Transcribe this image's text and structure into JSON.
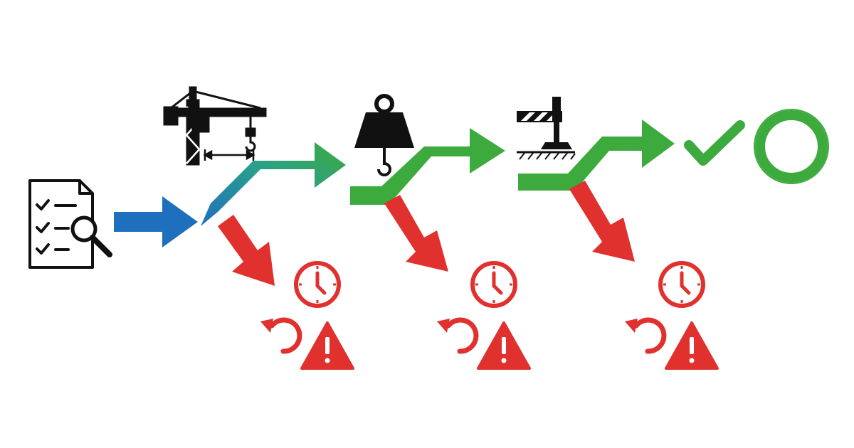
{
  "diagram": {
    "description_free": true,
    "colors": {
      "start_arrow": "#1f6fbf",
      "pass_arrow": "#3daa3d",
      "fail_arrow": "#e0312f",
      "fail_icons": "#e0312f",
      "icon_ink": "#111111",
      "final_ring": "#3daa3d",
      "final_check": "#3daa3d"
    },
    "steps": [
      {
        "name": "document-review",
        "icon": "checklist-magnifier-icon"
      },
      {
        "name": "crane-reach-check",
        "icon": "tower-crane-icon"
      },
      {
        "name": "load-weight-check",
        "icon": "weight-hook-icon"
      },
      {
        "name": "ground-barrier-check",
        "icon": "barrier-ground-icon"
      }
    ],
    "failure_outcome_icons": [
      "clock-icon",
      "redo-arrow-icon",
      "warning-triangle-icon"
    ],
    "final_outcome_icons": [
      "check-mark-icon",
      "ring-icon"
    ]
  }
}
